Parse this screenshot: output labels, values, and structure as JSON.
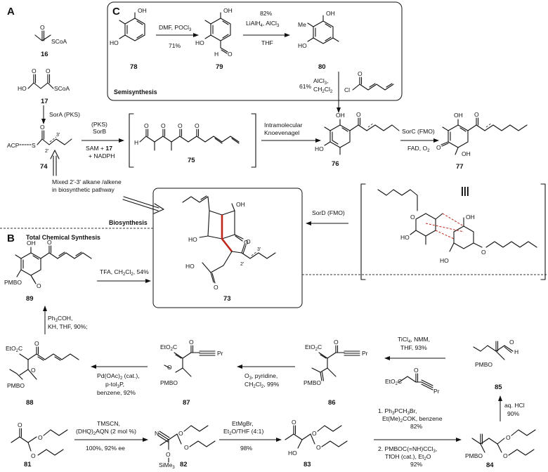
{
  "panels": {
    "a": "A",
    "b": "B",
    "c": "C"
  },
  "sections": {
    "semisynthesis": "Semisynthesis",
    "biosynthesis": "Biosynthesis",
    "total": "Total Chemical Synthesis"
  },
  "compounds": {
    "c16": "16",
    "c17": "17",
    "c74": "74",
    "c75": "75",
    "c76": "76",
    "c77": "77",
    "c78": "78",
    "c79": "79",
    "c80": "80",
    "c73": "73",
    "c89": "89",
    "c88": "88",
    "c87": "87",
    "c86": "86",
    "c85": "85",
    "c84": "84",
    "c83": "83",
    "c82": "82",
    "c81": "81"
  },
  "conditions": {
    "dmf_pocl3": "DMF, POCl",
    "dmf_sub": "3",
    "y71": "71%",
    "y82": "82%",
    "lialh4": "LiAlH",
    "lialh4_sub": "4",
    "alcl3": ", AlCl",
    "alcl3_sub": "3",
    "thf": "THF",
    "y61": "61%",
    "alcl3_b": "AlCl",
    "alcl3_b_sub": "3",
    "ch2cl2": "CH",
    "ch2cl2_sub1": "2",
    "ch2cl2_mid": "Cl",
    "ch2cl2_sub2": "2",
    "sora": "SorA (PKS)",
    "sorb": "SorB",
    "pks": "(PKS)",
    "sam": "SAM + ",
    "sam17": "17",
    "nadph": "+ NADPH",
    "intra": "Intramolecular",
    "knoev": "Knoevenagel",
    "sorc": "SorC (FMO)",
    "fad": "FAD, O",
    "fad_sub": "2",
    "sord": "SorD (FMO)",
    "mixed1": "Mixed 2'-3' alkane /alkene",
    "mixed2": "in biosynthetic pathway",
    "tfa": "TFA, CH",
    "tfa_s1": "2",
    "tfa_m": "Cl",
    "tfa_s2": "2",
    "tfa_y": ", 54%",
    "ph3coh": "Ph",
    "ph3coh_sub": "3",
    "ph3coh_end": "COH,",
    "kh": "KH, THF, 90%;",
    "pd": "Pd(OAc)",
    "pd_sub": "2",
    "pd_end": " (cat.),",
    "ptol": "p-tol",
    "ptol_sub": "3",
    "ptol_end": "P,",
    "benz92": "benzene, 92%",
    "o3": "O",
    "o3_sub": "3",
    "o3_end": ", pyridine,",
    "ch99": "CH",
    "ch99_s1": "2",
    "ch99_m": "Cl",
    "ch99_s2": "2",
    "ch99_end": ", 99%",
    "ticl4": "TiCl",
    "ticl4_sub": "4",
    "ticl4_end": ", NMM,",
    "thf93": "THF, 93%",
    "aqhcl": "aq. HCl",
    "y90": "90%",
    "tmscn": "TMSCN,",
    "dhq": "(DHQ)",
    "dhq_sub": "2",
    "dhq_end": "AQN (2 mol %)",
    "ee": "100%, 92% ee",
    "etmgbr": "EtMgBr,",
    "et2o": "Et",
    "et2o_sub": "2",
    "et2o_end": "O/THF (4:1)",
    "y98": "98%",
    "wittig1": "1. Ph",
    "wittig1_sub": "3",
    "wittig1_end": "PCH",
    "wittig1_sub2": "3",
    "wittig1_br": "Br,",
    "wittig2": "Et(Me)",
    "wittig2_sub": "2",
    "wittig2_end": "COK, benzene",
    "wittig_y": "82%",
    "pmb1": "2. PMBOC(=NH)CCl",
    "pmb1_sub": "3",
    "pmb1_end": ",",
    "pmb2": "TfOH (cat.), Et",
    "pmb2_sub": "2",
    "pmb2_end": "O",
    "pmb_y": "92%"
  },
  "atoms": {
    "oh": "OH",
    "ho": "HO",
    "o": "O",
    "me": "Me",
    "cl": "Cl",
    "scoa": "SCoA",
    "acp": "ACP",
    "s": "S",
    "h": "H",
    "pmbo": "PMBO",
    "eto2c": "EtO",
    "eto2c_sub": "2",
    "eto2c_c": "C",
    "pr": "Pr",
    "n": "N",
    "sime3": "SiMe",
    "sime3_sub": "3",
    "p2": "2'",
    "p3": "3'",
    "triple": "|||"
  }
}
